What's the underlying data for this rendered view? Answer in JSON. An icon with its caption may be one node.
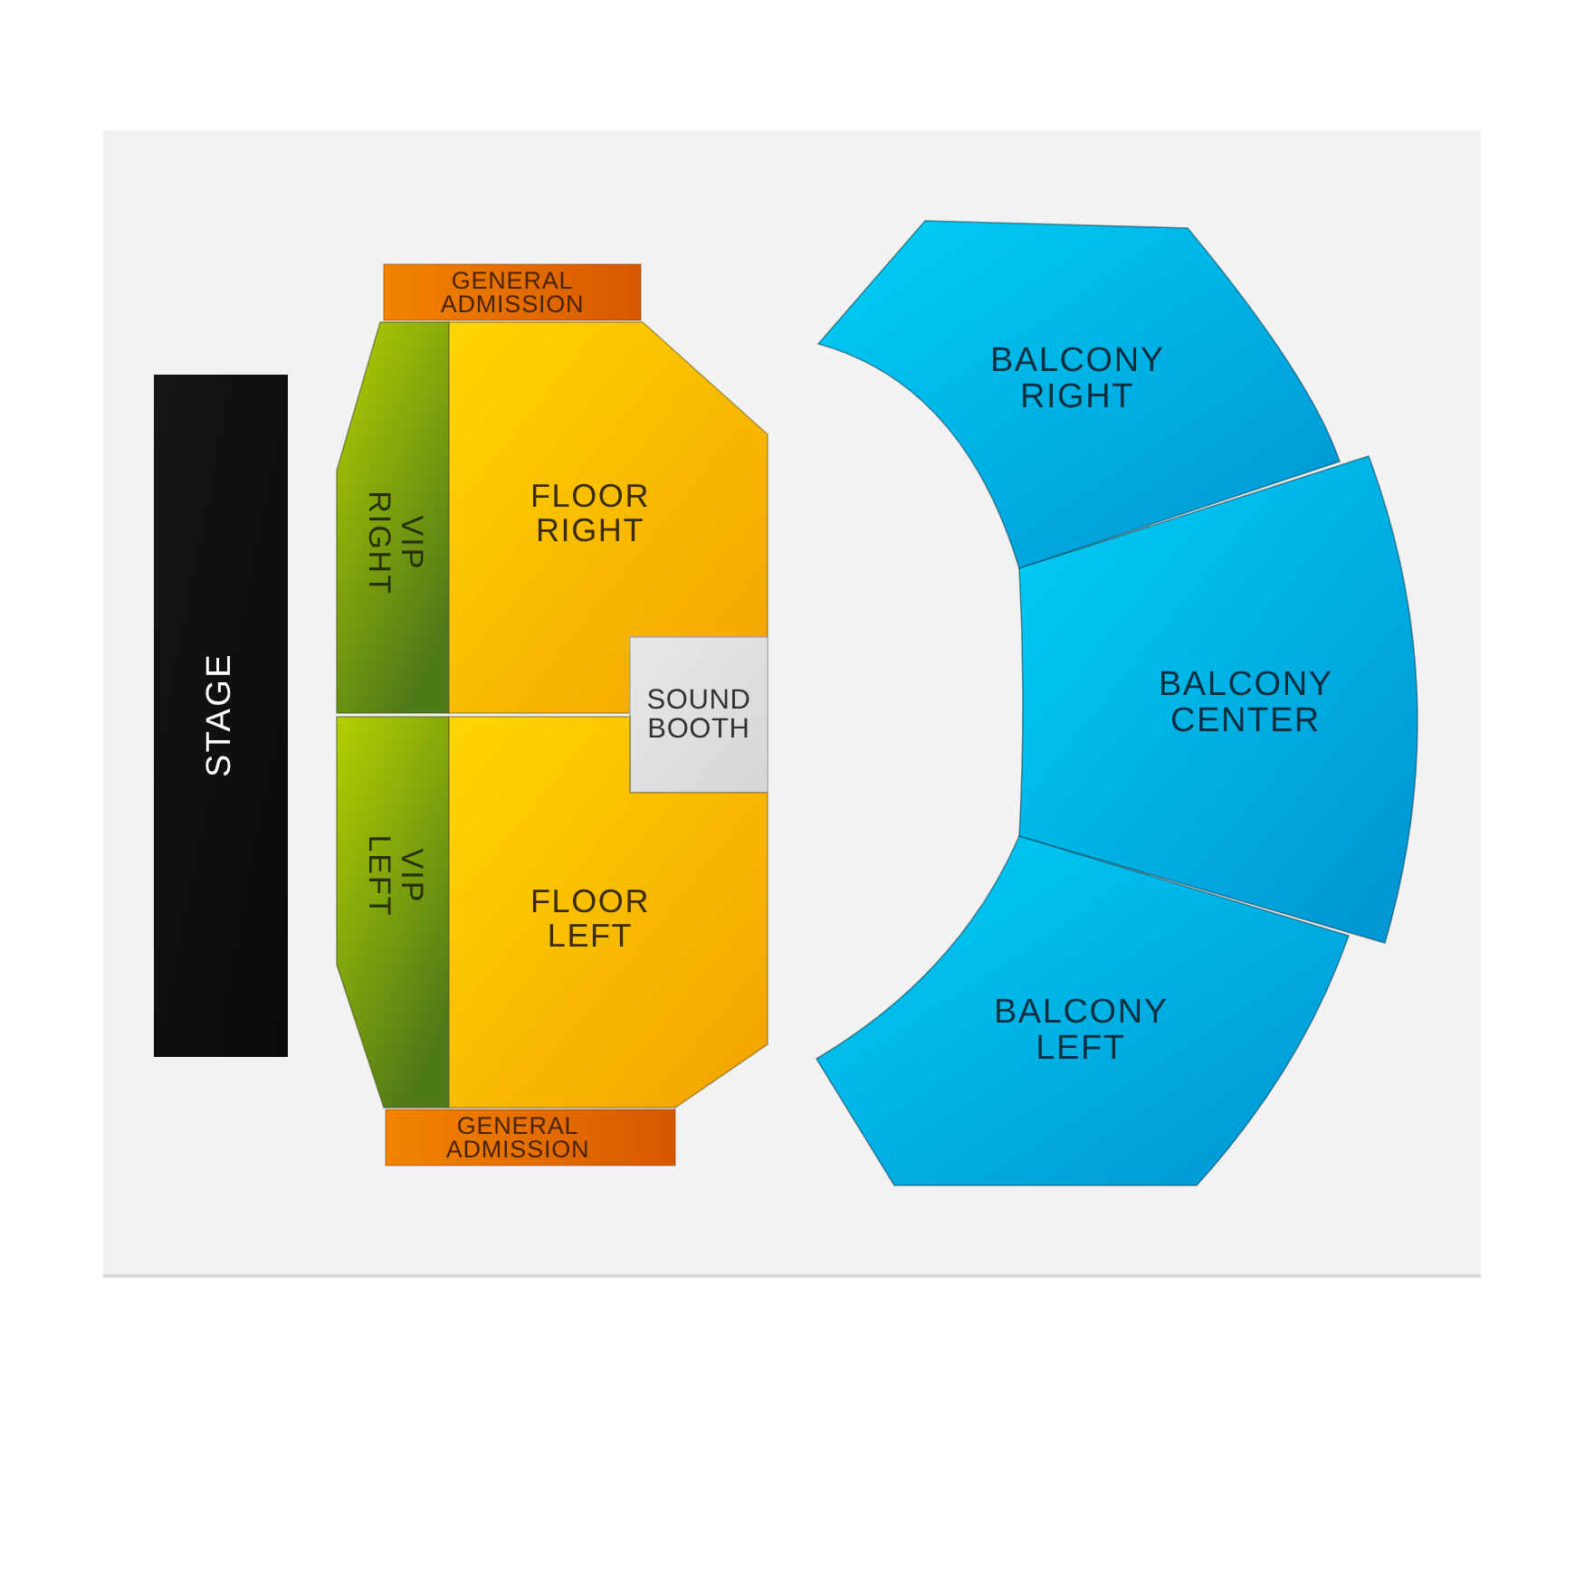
{
  "diagram": {
    "nodes": [
      {
        "text": [
          "STAGE"
        ]
      },
      {
        "text": [
          "GENERAL ADMISSION"
        ]
      },
      {
        "text": [
          "VIP RIGHT"
        ]
      },
      {
        "text": [
          "FLOOR RIGHT"
        ]
      },
      {
        "text": [
          "SOUND BOOTH"
        ]
      },
      {
        "text": [
          "VIP LEFT"
        ]
      },
      {
        "text": [
          "FLOOR LEFT"
        ]
      },
      {
        "text": [
          "GENERAL ADMISSION"
        ]
      },
      {
        "text": [
          "BALCONY RIGHT"
        ]
      },
      {
        "text": [
          "BALCONY CENTER"
        ]
      },
      {
        "text": [
          "BALCONY LEFT"
        ]
      }
    ]
  }
}
